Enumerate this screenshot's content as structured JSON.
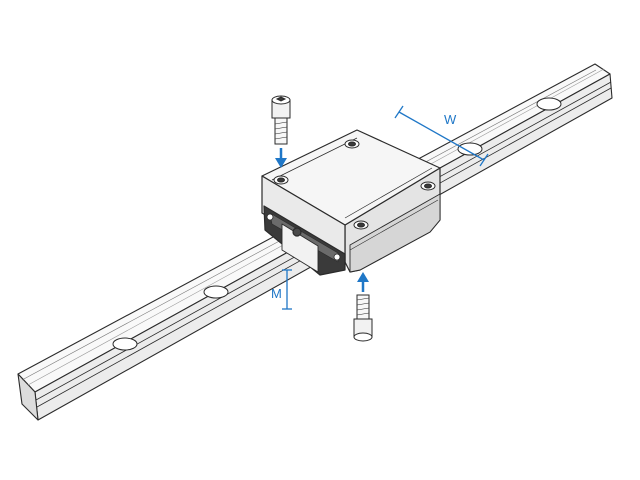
{
  "diagram": {
    "labels": {
      "width_label": "W",
      "height_label": "M"
    },
    "colors": {
      "line": "#2b2b2b",
      "accent": "#1f77c7",
      "metal_light": "#f7f7f7",
      "metal_mid": "#e6e6e6",
      "metal_dark": "#9a9a9a",
      "bolt_fill": "#f2f2f2"
    },
    "components": [
      "linear-rail",
      "carriage-block",
      "top-mounting-bolt",
      "bottom-mounting-bolt"
    ]
  }
}
